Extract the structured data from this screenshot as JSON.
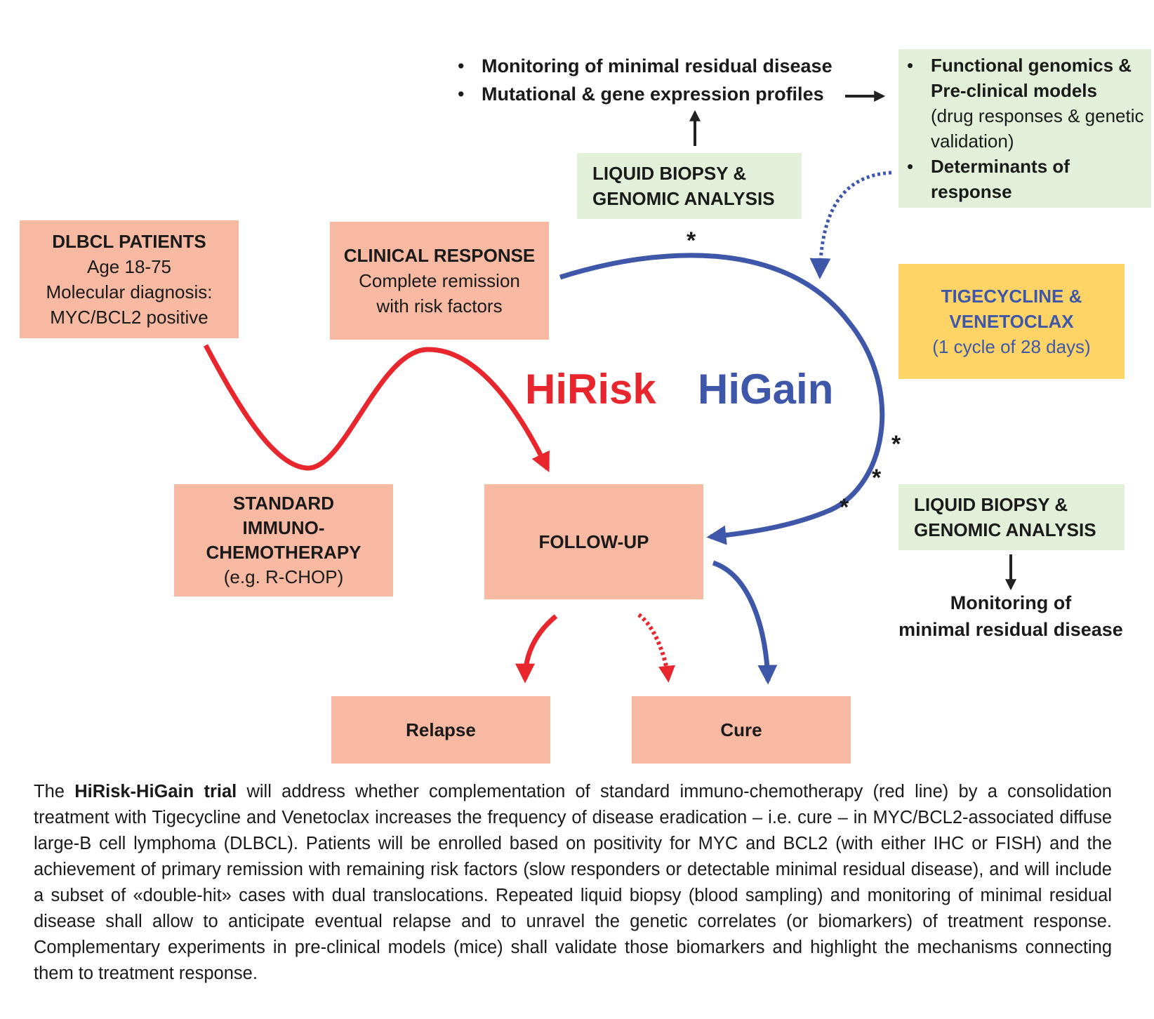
{
  "top_bullets": [
    "Monitoring of minimal residual disease",
    "Mutational & gene expression profiles"
  ],
  "functional_box": {
    "b1_bold": "Functional genomics & Pre-clinical models",
    "b1_sub": "(drug responses & genetic validation)",
    "b2_bold": "Determinants of response"
  },
  "liquid_top": {
    "line1": "LIQUID BIOPSY  &",
    "line2": "GENOMIC ANALYSIS"
  },
  "dlbcl": {
    "title": "DLBCL PATIENTS",
    "l1": "Age 18-75",
    "l2": "Molecular diagnosis:",
    "l3": "MYC/BCL2 positive"
  },
  "clinical": {
    "title": "CLINICAL RESPONSE",
    "l1": "Complete remission",
    "l2": "with risk factors"
  },
  "tige": {
    "l1": "TIGECYCLINE &",
    "l2": "VENETOCLAX",
    "l3": "(1 cycle of 28 days)"
  },
  "hirisk": "HiRisk",
  "higain": "HiGain",
  "standard": {
    "l1": "STANDARD",
    "l2": "IMMUNO-",
    "l3": "CHEMOTHERAPY",
    "l4": "(e.g. R-CHOP)"
  },
  "followup": "FOLLOW-UP",
  "liquid_bottom": {
    "line1": "LIQUID BIOPSY  &",
    "line2": "GENOMIC ANALYSIS"
  },
  "monitoring_bottom": {
    "line1": "Monitoring of",
    "line2": "minimal residual disease"
  },
  "relapse": "Relapse",
  "cure": "Cure",
  "stars": [
    "*",
    "*",
    "*",
    "*"
  ],
  "caption": {
    "prefix": "The ",
    "bold": "HiRisk-HiGain trial",
    "rest": " will address whether complementation of standard immuno-chemotherapy (red line) by a consolidation treatment with Tigecycline and Venetoclax increases the frequency of disease eradication – i.e. cure – in MYC/BCL2-associated diffuse large-B cell lymphoma (DLBCL). Patients will be enrolled based on positivity for MYC and BCL2 (with either IHC or FISH) and the achievement of primary remission with remaining risk factors (slow responders or detectable minimal residual disease), and will include a subset of «double-hit» cases with dual translocations. Repeated liquid biopsy (blood sampling) and monitoring of minimal residual disease shall allow to anticipate eventual relapse and to unravel the genetic correlates (or biomarkers) of treatment response. Complementary experiments in pre-clinical models (mice) shall validate those biomarkers and highlight the mechanisms connecting them to treatment response."
  },
  "colors": {
    "red": "#e8262e",
    "blue": "#3f57a8",
    "salmon": "#f8b9a3",
    "green": "#e2efd9",
    "yellow": "#ffd466",
    "tige_text": "#3f57a8"
  }
}
